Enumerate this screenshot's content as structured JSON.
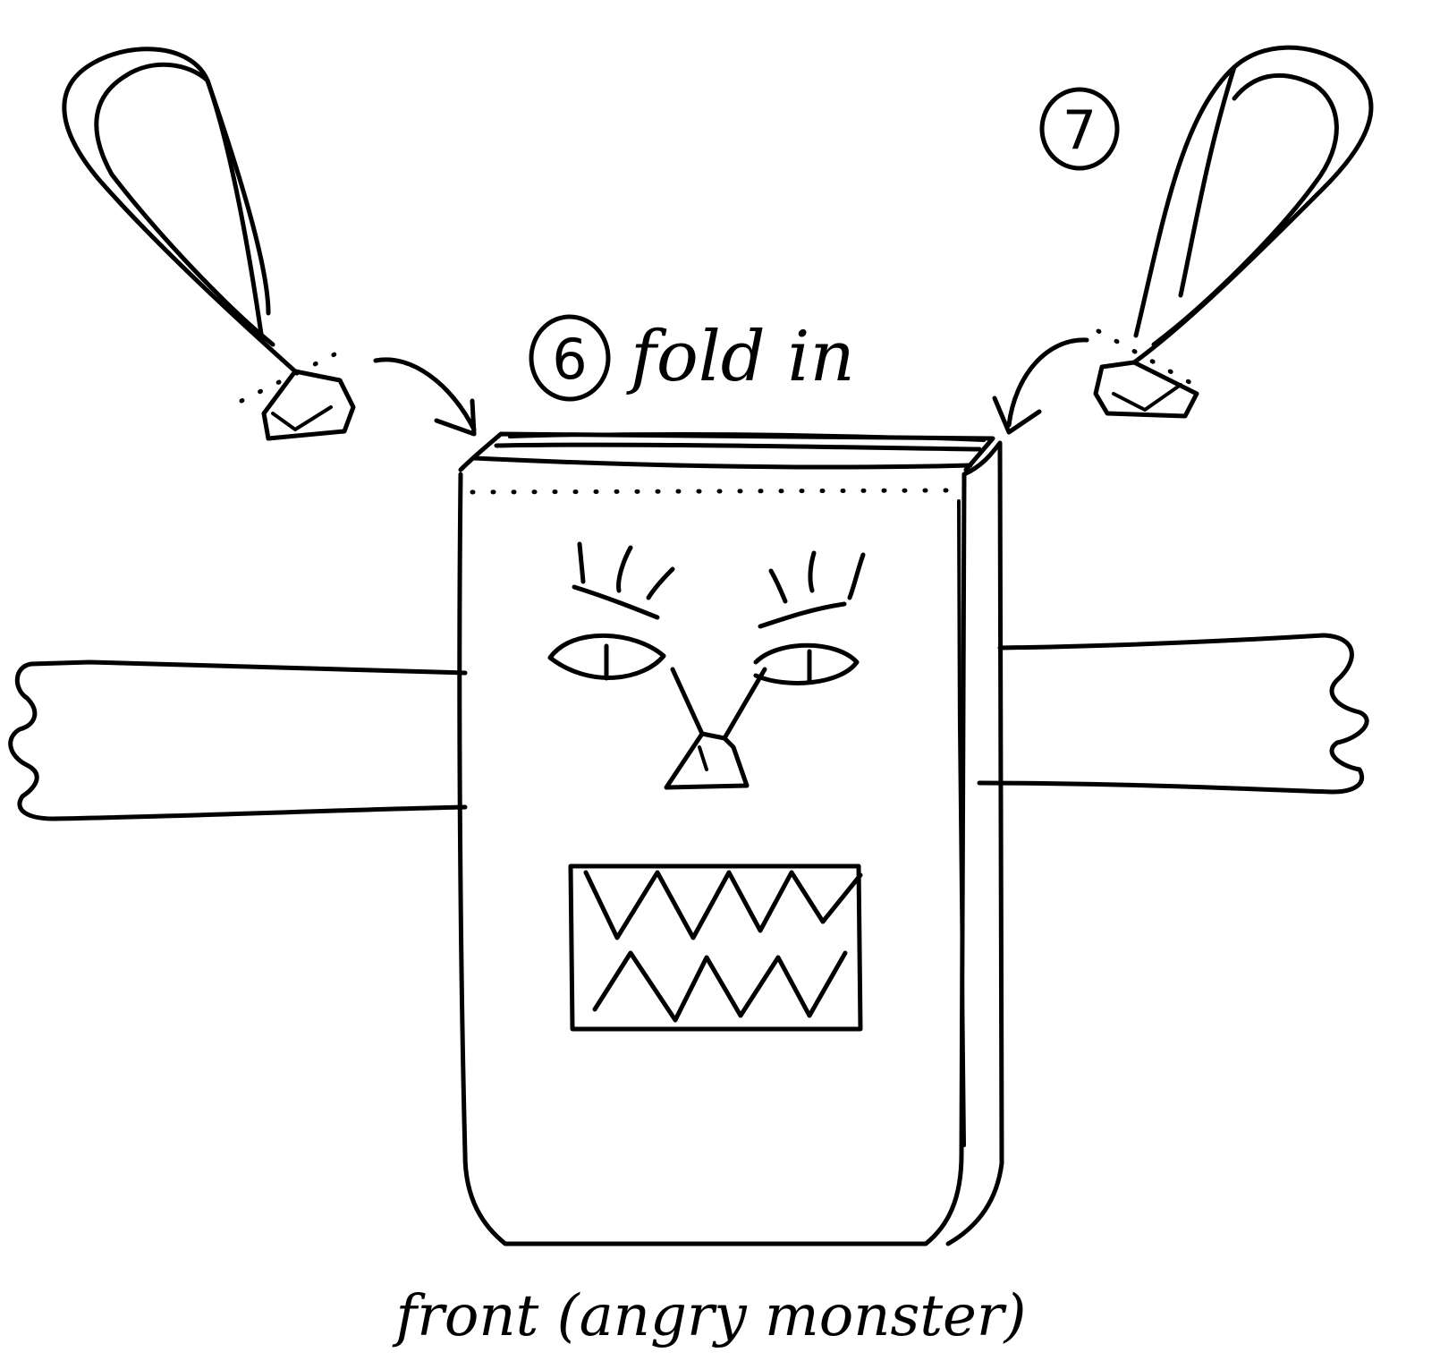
{
  "diagram": {
    "step_6_number": "6",
    "step_6_instruction": "fold in",
    "step_7_number": "7",
    "caption": "front (angry monster)"
  },
  "colors": {
    "ink": "#000000",
    "paper": "#ffffff"
  }
}
